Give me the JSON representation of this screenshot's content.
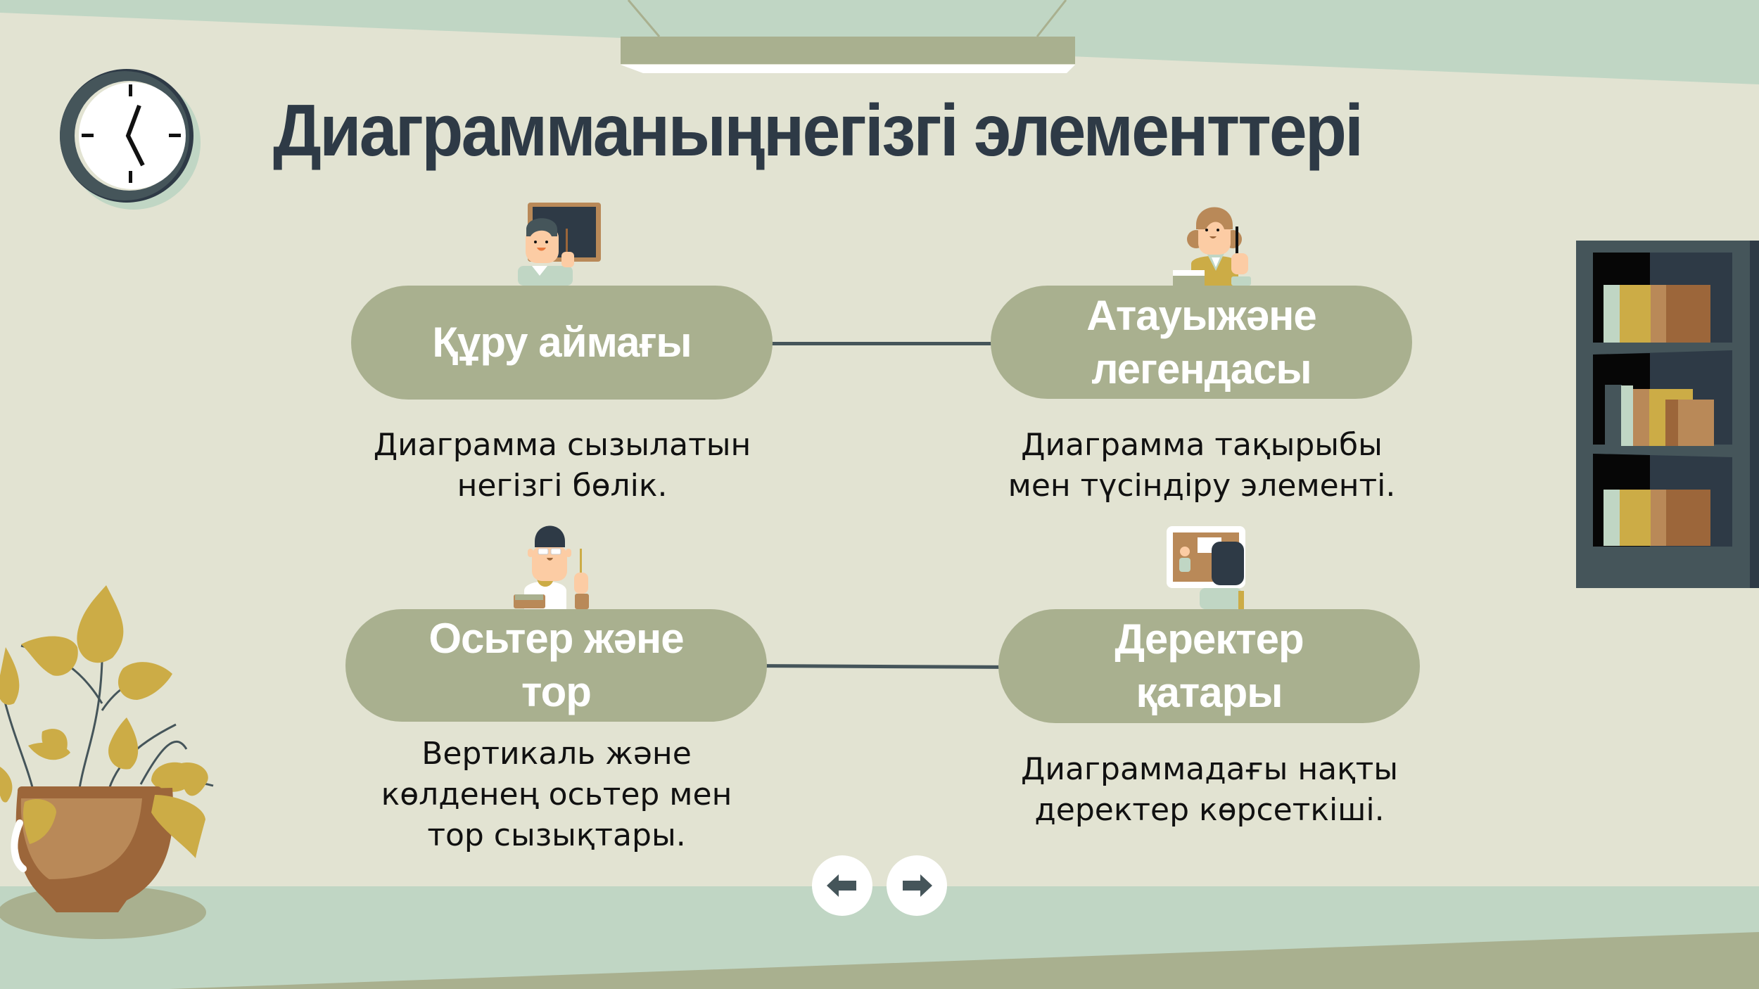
{
  "slide": {
    "title": "Диаграмманыңнегізгі элементтері",
    "colors": {
      "wall": "#E2E3D2",
      "ceiling": "#C0D6C4",
      "floor": "#C0D6C4",
      "floor_band": "#A9B08F",
      "pill": "#A9B08F",
      "title": "#2E3A46",
      "connector": "#45555A",
      "shelf": "#45555A"
    },
    "elements": [
      {
        "label": "Құру аймағы",
        "description": "Диаграмма сызылатын\nнегізгі бөлік.",
        "icon": "teacher-at-blackboard-icon"
      },
      {
        "label": "Атауыжәне\nлегендасы",
        "description": "Диаграмма тақырыбы\nмен түсіндіру элементі.",
        "icon": "teacher-with-pointer-icon"
      },
      {
        "label": "Осьтер және\nтор",
        "description": "Вертикаль және\nкөлденең осьтер мен\nтор сызықтары.",
        "icon": "student-with-book-icon"
      },
      {
        "label": "Деректер\nқатары",
        "description": "Диаграммадағы нақты\nдеректер көрсеткіші.",
        "icon": "presenter-at-board-icon"
      }
    ],
    "nav": {
      "prev_icon": "arrow-left-icon",
      "next_icon": "arrow-right-icon"
    }
  }
}
